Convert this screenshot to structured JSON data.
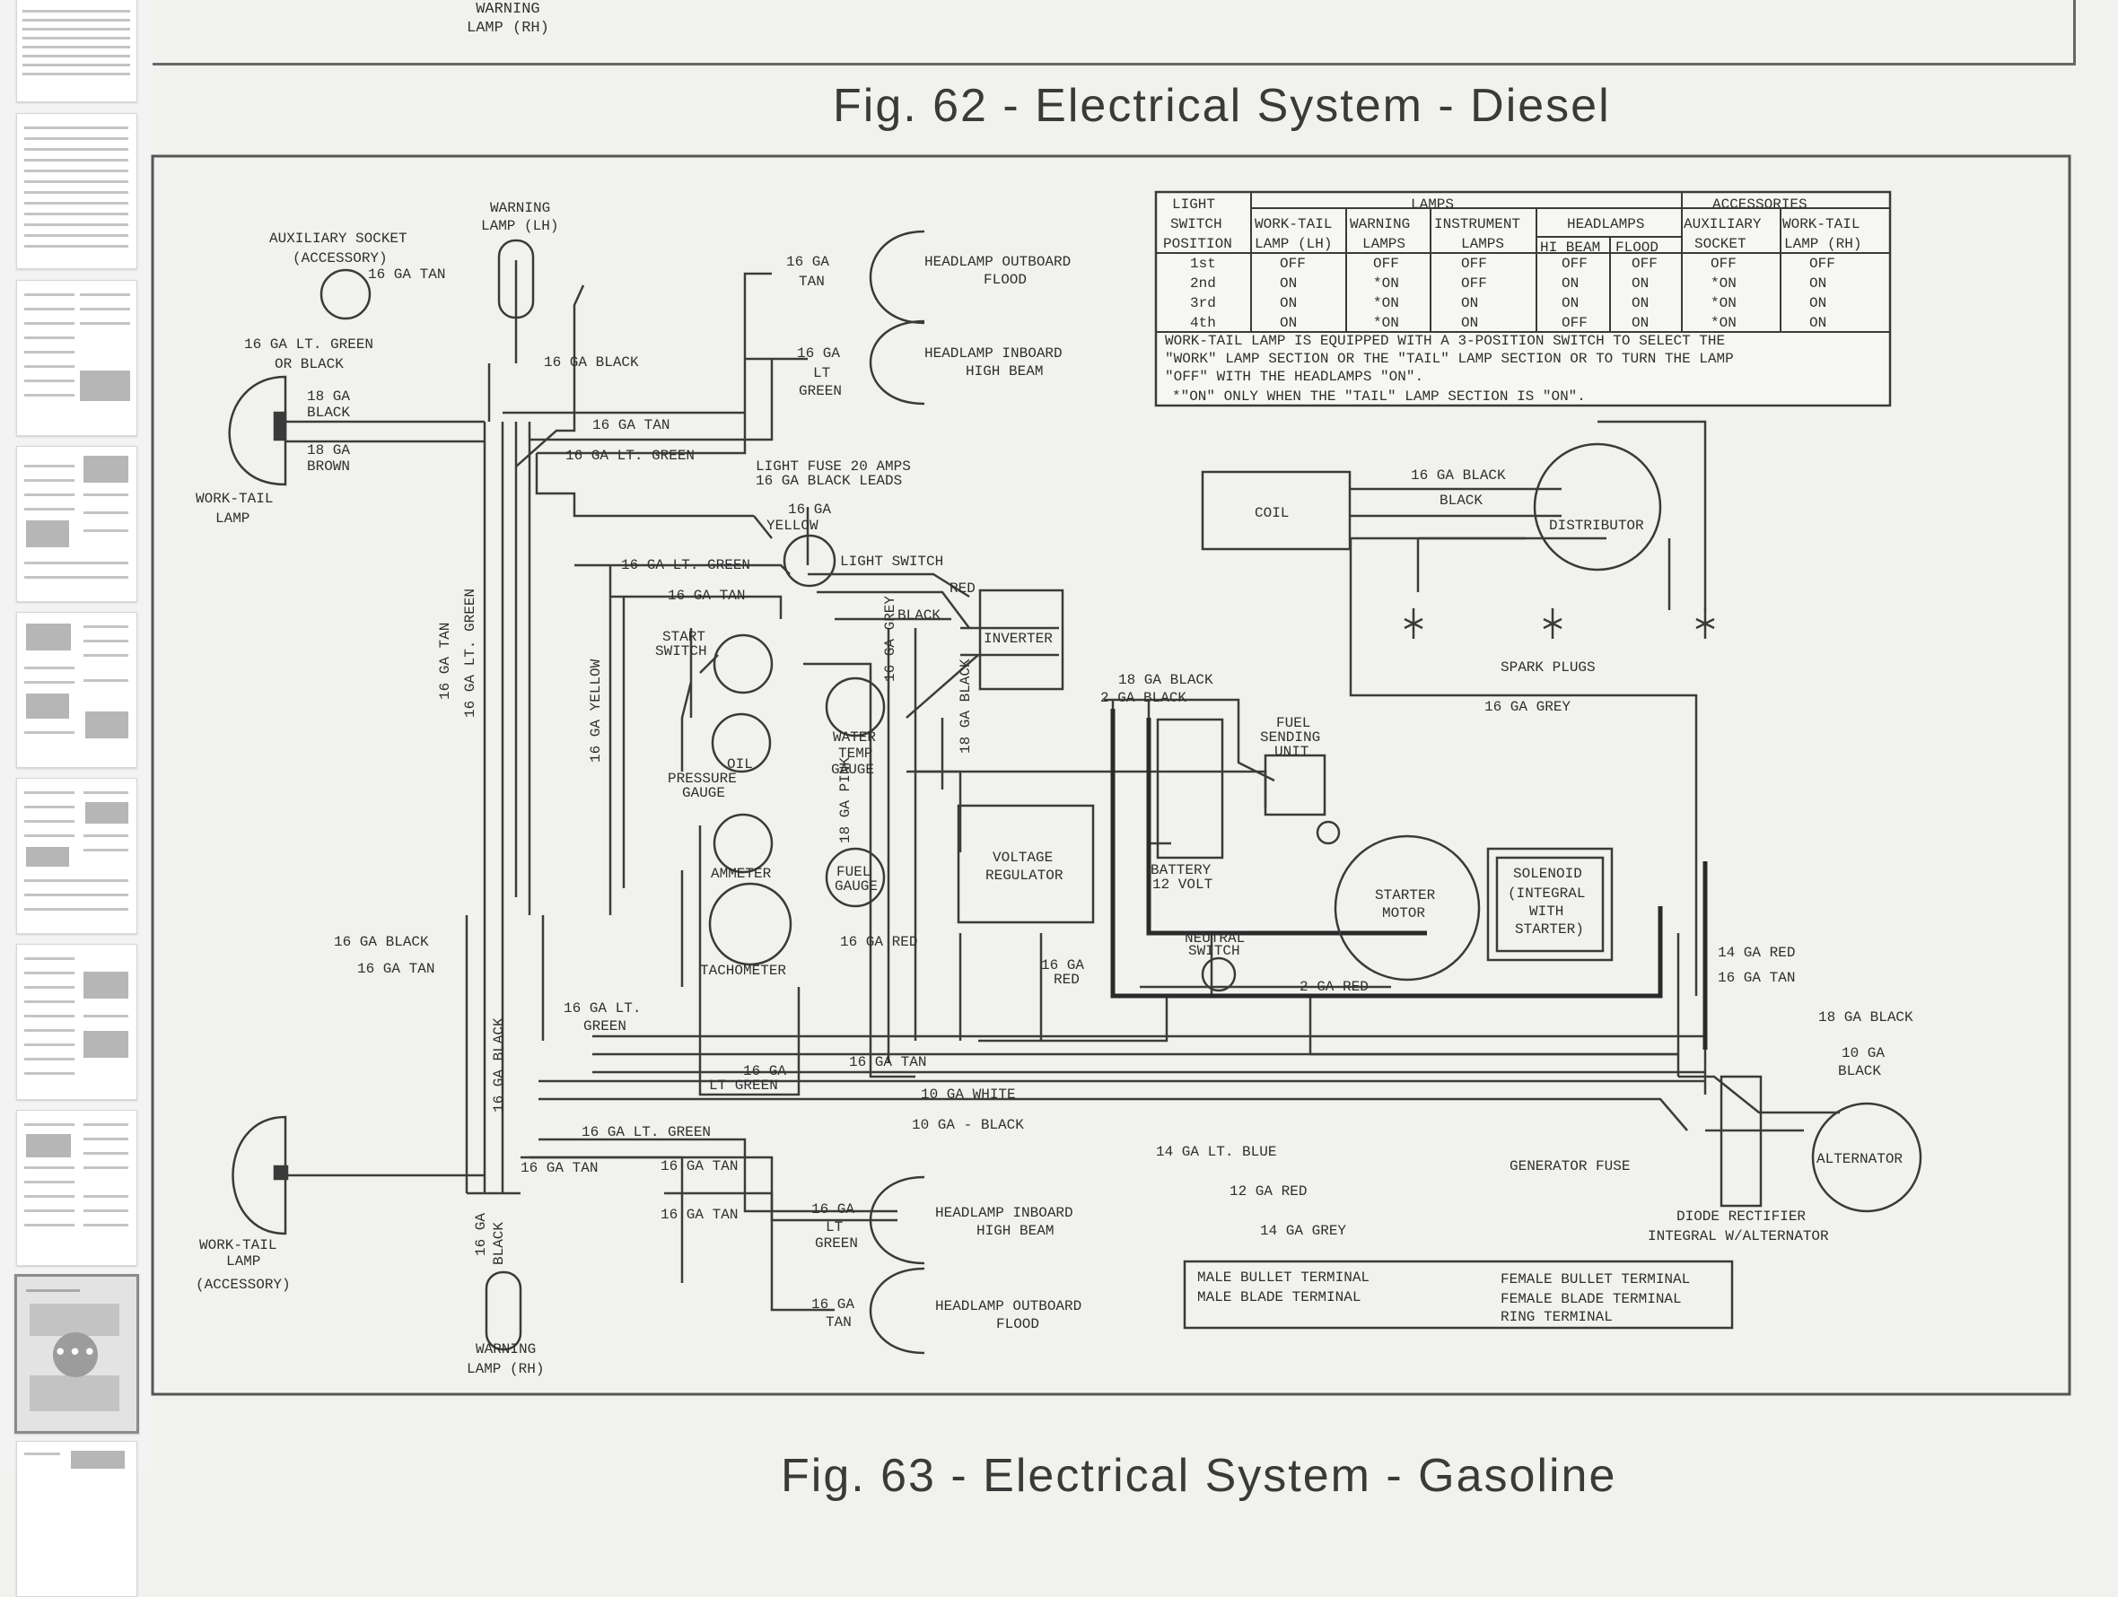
{
  "sidebar": {
    "thumbnails": [
      {
        "label": "page-1"
      },
      {
        "label": "page-2"
      },
      {
        "label": "page-3"
      },
      {
        "label": "page-4"
      },
      {
        "label": "page-5"
      },
      {
        "label": "page-6"
      },
      {
        "label": "page-7"
      },
      {
        "label": "page-8"
      },
      {
        "label": "page-9"
      },
      {
        "label": "page-10"
      }
    ],
    "more_button": "•••"
  },
  "page": {
    "top_label": {
      "line1": "WARNING",
      "line2": "LAMP (RH)"
    },
    "figure_title": "Fig. 62 - Electrical System - Diesel",
    "next_caption": "Fig. 63 - Electrical System - Gasoline"
  },
  "diagram": {
    "table": {
      "h_light": "LIGHT",
      "h_switch": "SWITCH",
      "h_position": "POSITION",
      "h_lamps": "LAMPS",
      "h_accessories": "ACCESSORIES",
      "h_worktail": "WORK-TAIL",
      "h_worktail2": "LAMP (LH)",
      "h_warning": "WARNING",
      "h_warning2": "LAMPS",
      "h_instrument": "INSTRUMENT",
      "h_instrument2": "LAMPS",
      "h_headlamps": "HEADLAMPS",
      "h_hibeam": "HI BEAM",
      "h_flood": "FLOOD",
      "h_aux": "AUXILIARY",
      "h_aux2": "SOCKET",
      "h_worktail_rh": "WORK-TAIL",
      "h_worktail_rh2": "LAMP (RH)",
      "rows": [
        [
          "1st",
          "OFF",
          "OFF",
          "OFF",
          "OFF",
          "OFF",
          "OFF",
          "OFF"
        ],
        [
          "2nd",
          "ON",
          "*ON",
          "OFF",
          "ON",
          "ON",
          "*ON",
          "ON"
        ],
        [
          "3rd",
          "ON",
          "*ON",
          "ON",
          "ON",
          "ON",
          "*ON",
          "ON"
        ],
        [
          "4th",
          "ON",
          "*ON",
          "ON",
          "OFF",
          "ON",
          "*ON",
          "ON"
        ]
      ],
      "note1": "WORK-TAIL LAMP IS EQUIPPED WITH A 3-POSITION SWITCH TO SELECT THE",
      "note2": "\"WORK\" LAMP SECTION OR THE \"TAIL\" LAMP SECTION OR TO TURN THE LAMP",
      "note3": "\"OFF\" WITH THE HEADLAMPS \"ON\".",
      "note4": "*\"ON\" ONLY WHEN THE \"TAIL\" LAMP SECTION IS \"ON\"."
    },
    "labels": {
      "warning_lamp_lh": "WARNING",
      "warning_lamp_lh2": "LAMP (LH)",
      "aux_socket": "AUXILIARY SOCKET",
      "aux_socket2": "(ACCESSORY)",
      "ga16_tan_a": "16 GA TAN",
      "ga16_ltgreen_black": "16 GA LT. GREEN",
      "ga16_ltgreen_black2": "OR BLACK",
      "ga16_black_a": "16 GA BLACK",
      "ga18_black_a": "18 GA",
      "ga18_black_a2": "BLACK",
      "ga18_brown": "18 GA",
      "ga18_brown2": "BROWN",
      "worktail_lamp": "WORK-TAIL",
      "worktail_lamp2": "LAMP",
      "ga16_tan_b": "16 GA",
      "ga16_tan_b2": "TAN",
      "headlamp_outboard_flood": "HEADLAMP OUTBOARD",
      "headlamp_outboard_flood2": "FLOOD",
      "ga16_ltgreen_c": "16 GA",
      "ga16_ltgreen_c2": "LT",
      "ga16_ltgreen_c3": "GREEN",
      "headlamp_inboard_high": "HEADLAMP INBOARD",
      "headlamp_inboard_high2": "HIGH BEAM",
      "ga16_tan_c": "16 GA TAN",
      "ga16_ltgreen_d": "16 GA LT. GREEN",
      "light_fuse": "LIGHT FUSE 20 AMPS",
      "light_fuse2": "16 GA BLACK LEADS",
      "ga16_yellow": "16 GA",
      "ga16_yellow2": "YELLOW",
      "ga16_ltgreen_e": "16 GA LT. GREEN",
      "light_switch": "LIGHT SWITCH",
      "ga16_tan_d": "16 GA TAN",
      "red_a": "RED",
      "black_a": "BLACK",
      "inverter": "INVERTER",
      "start_switch": "START",
      "start_switch2": "SWITCH",
      "ga16_tan_v": "16 GA TAN",
      "ga16_ltgreen_v": "16 GA LT. GREEN",
      "ga16_yellow_v": "16 GA YELLOW",
      "ga16_grey_v": "16 GA GREY",
      "ga18_black_v": "18 GA BLACK",
      "ga18_pink_v": "18 GA PINK",
      "water_temp": "WATER",
      "water_temp2": "TEMP",
      "water_temp3": "GAUGE",
      "oil_pressure": "OIL",
      "oil_pressure2": "PRESSURE",
      "oil_pressure3": "GAUGE",
      "ammeter": "AMMETER",
      "fuel_gauge": "FUEL",
      "fuel_gauge2": "GAUGE",
      "tachometer": "TACHOMETER",
      "voltage_regulator": "VOLTAGE",
      "voltage_regulator2": "REGULATOR",
      "ga18_black_b": "18 GA BLACK",
      "ga2_black": "2 GA BLACK",
      "fuel_sending": "FUEL",
      "fuel_sending2": "SENDING",
      "fuel_sending3": "UNIT",
      "battery": "BATTERY",
      "battery2": "12 VOLT",
      "coil": "COIL",
      "ga16_black_coil": "16 GA BLACK",
      "black_coil": "BLACK",
      "distributor": "DISTRIBUTOR",
      "spark_plugs": "SPARK PLUGS",
      "ga16_grey": "16 GA GREY",
      "starter_motor": "STARTER",
      "starter_motor2": "MOTOR",
      "solenoid": "SOLENOID",
      "solenoid2": "(INTEGRAL",
      "solenoid3": "WITH",
      "solenoid4": "STARTER)",
      "neutral_switch": "NEUTRAL",
      "neutral_switch2": "SWITCH",
      "ga16_red_a": "16 GA RED",
      "ga16_red_b": "16 GA",
      "ga16_red_b2": "RED",
      "ga2_red": "2 GA RED",
      "ga14_red": "14 GA RED",
      "ga16_tan_e": "16 GA TAN",
      "ga18_black_c": "18 GA BLACK",
      "ga10_black": "10 GA",
      "ga10_black2": "BLACK",
      "ga16_black_left": "16 GA BLACK",
      "ga16_tan_left": "16 GA TAN",
      "ga16_ltgreen_f": "16 GA LT.",
      "ga16_ltgreen_f2": "GREEN",
      "ga16_ltgreen_g": "16 GA",
      "ga16_ltgreen_g2": "LT GREEN",
      "ga16_tan_f": "16 GA TAN",
      "ga10_white": "10 GA WHITE",
      "ga10_black_b": "10 GA - BLACK",
      "ga16_black_v2": "16 GA BLACK",
      "ga16_ltgreen_h": "16 GA LT. GREEN",
      "ga16_tan_g": "16 GA TAN",
      "ga16_tan_h": "16 GA TAN",
      "ga16_tan_i": "16 GA TAN",
      "ga14_ltblue": "14 GA LT. BLUE",
      "ga12_red": "12 GA RED",
      "ga14_grey": "14 GA GREY",
      "generator_fuse": "GENERATOR FUSE",
      "alternator": "ALTERNATOR",
      "diode": "DIODE RECTIFIER",
      "diode2": "INTEGRAL W/ALTERNATOR",
      "worktail_acc": "WORK-TAIL",
      "worktail_acc2": "LAMP",
      "worktail_acc3": "(ACCESSORY)",
      "ga16_black_d": "16 GA",
      "ga16_black_d2": "BLACK",
      "warning_rh": "WARNING",
      "warning_rh2": "LAMP (RH)",
      "ga16_ltgreen_i": "16 GA",
      "ga16_ltgreen_i2": "LT",
      "ga16_ltgreen_i3": "GREEN",
      "headlamp_inboard_b": "HEADLAMP INBOARD",
      "headlamp_inboard_b2": "HIGH BEAM",
      "ga16_tan_j": "16 GA",
      "ga16_tan_j2": "TAN",
      "headlamp_outboard_b": "HEADLAMP OUTBOARD",
      "headlamp_outboard_b2": "FLOOD",
      "legend_male_bullet": "MALE BULLET TERMINAL",
      "legend_male_blade": "MALE BLADE  TERMINAL",
      "legend_female_bullet": "FEMALE BULLET TERMINAL",
      "legend_female_blade": "FEMALE BLADE  TERMINAL",
      "legend_ring": "RING TERMINAL"
    }
  }
}
